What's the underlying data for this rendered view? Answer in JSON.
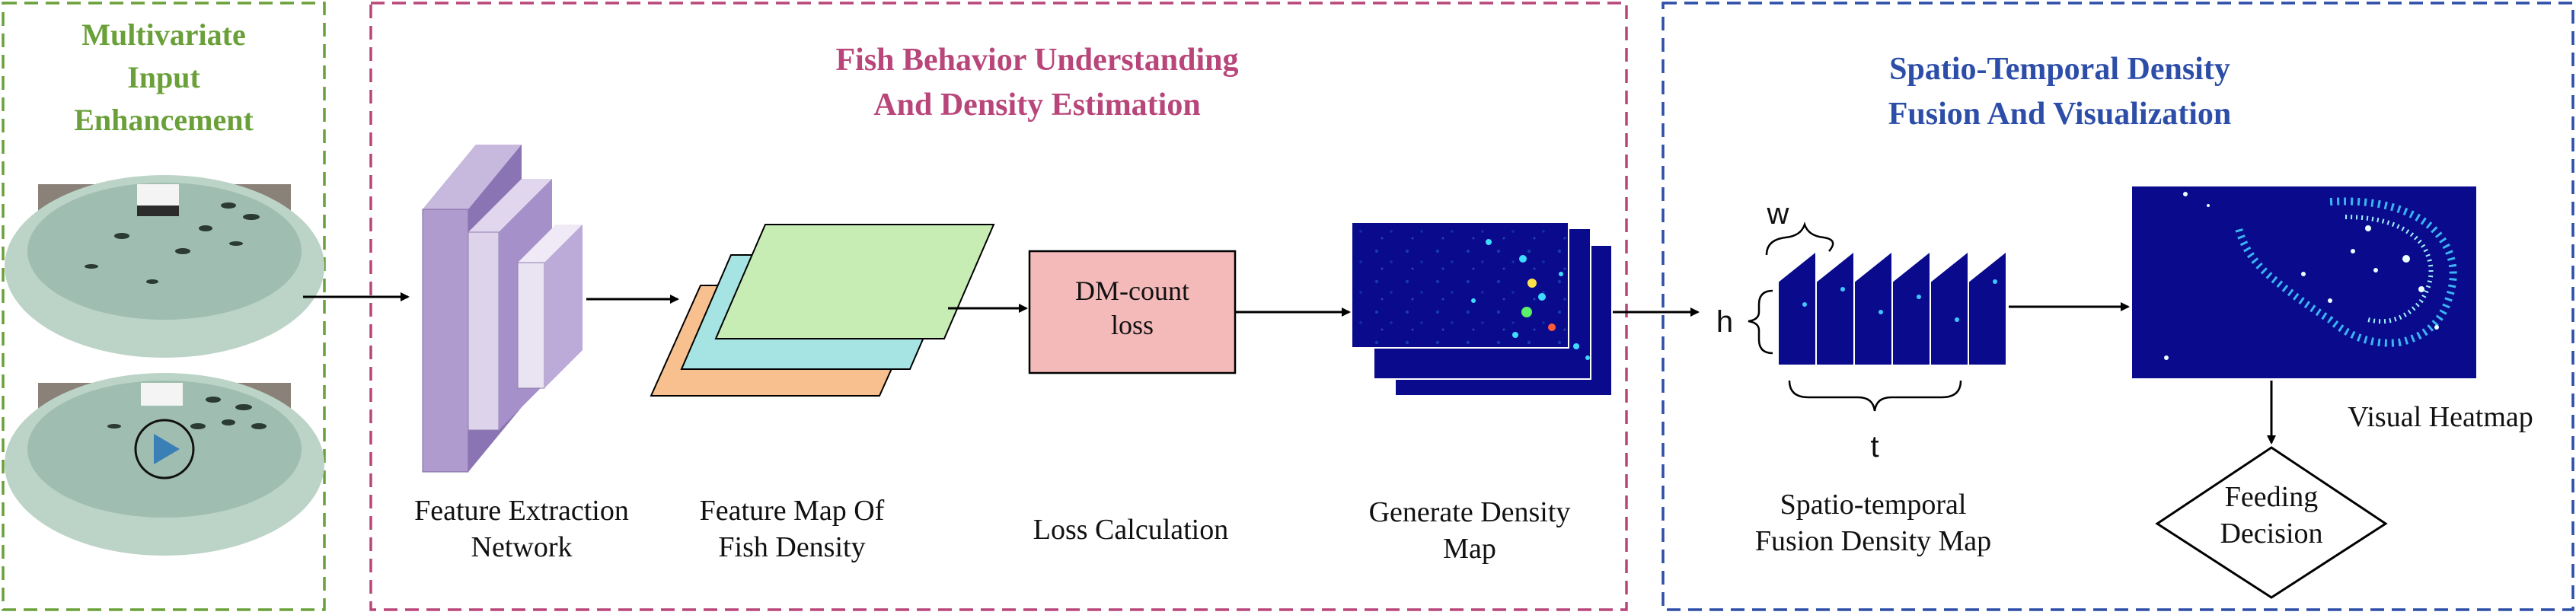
{
  "sections": [
    {
      "title_lines": [
        "Multivariate",
        "Input",
        "Enhancement"
      ],
      "color": "#6aa03a"
    },
    {
      "title_lines": [
        "Fish Behavior Understanding",
        "And Density Estimation"
      ],
      "color": "#b8467a"
    },
    {
      "title_lines": [
        "Spatio-Temporal Density",
        "Fusion And Visualization"
      ],
      "color": "#2d4ea8"
    }
  ],
  "labels": {
    "feature_extraction": [
      "Feature Extraction",
      "Network"
    ],
    "feature_map": [
      "Feature Map Of",
      "Fish Density"
    ],
    "loss_calc": "Loss Calculation",
    "generate_density": [
      "Generate Density",
      "Map"
    ],
    "spatiotemporal": [
      "Spatio-temporal",
      "Fusion Density Map"
    ],
    "visual_heatmap": "Visual Heatmap",
    "dm_count_loss": [
      "DM-count",
      "loss"
    ],
    "feeding_decision": [
      "Feeding",
      "Decision"
    ],
    "dim_w": "w",
    "dim_h": "h",
    "dim_t": "t"
  },
  "colors": {
    "cnn_face": "#b9a6d1",
    "cnn_light": "#ddd3ea",
    "map_green": "#c8edb4",
    "map_teal": "#a6e3e3",
    "map_orange": "#f7c08e",
    "loss_box": "#f4b9b9",
    "density_bg": "#0a0a8c"
  }
}
